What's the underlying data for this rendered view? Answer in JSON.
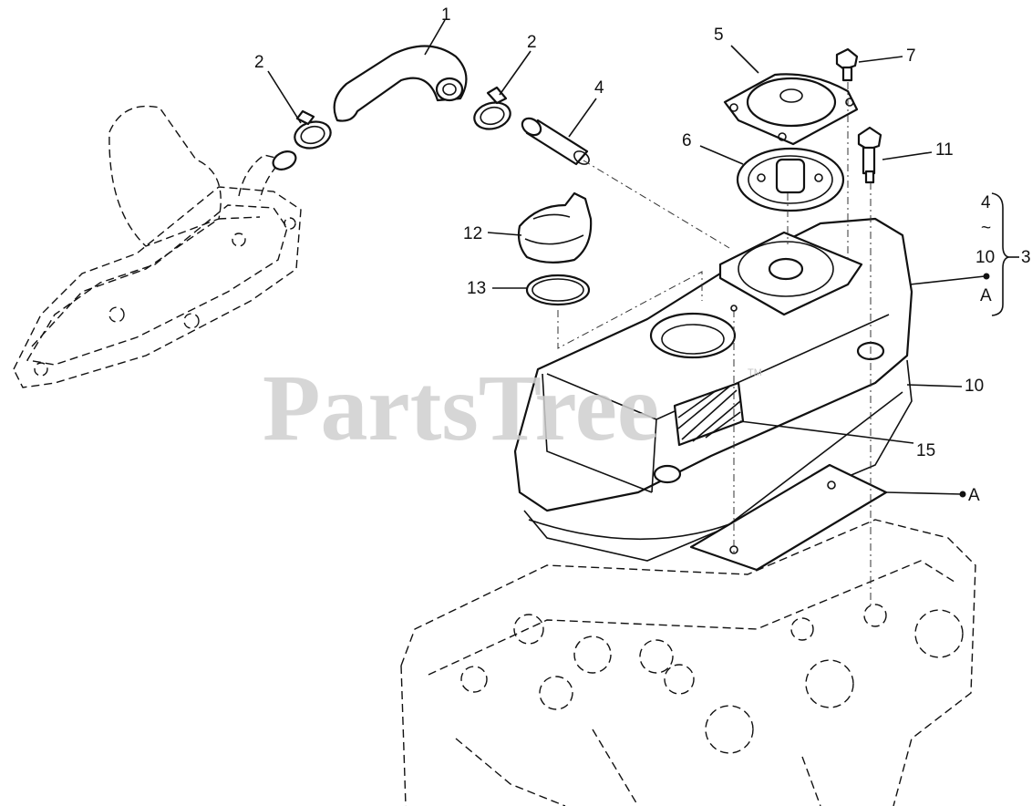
{
  "watermark": {
    "text": "PartsTree",
    "trademark": "TM"
  },
  "callouts": [
    {
      "id": "1",
      "text": "1"
    },
    {
      "id": "2a",
      "text": "2"
    },
    {
      "id": "2b",
      "text": "2"
    },
    {
      "id": "4",
      "text": "4"
    },
    {
      "id": "5",
      "text": "5"
    },
    {
      "id": "6",
      "text": "6"
    },
    {
      "id": "7",
      "text": "7"
    },
    {
      "id": "11",
      "text": "11"
    },
    {
      "id": "12",
      "text": "12"
    },
    {
      "id": "13",
      "text": "13"
    },
    {
      "id": "10",
      "text": "10"
    },
    {
      "id": "15",
      "text": "15"
    }
  ],
  "bracket": {
    "top": "4",
    "tilde": "~",
    "bottom": "10",
    "assembly": "3",
    "ref": "A"
  },
  "ref_marker": {
    "text": "A"
  }
}
